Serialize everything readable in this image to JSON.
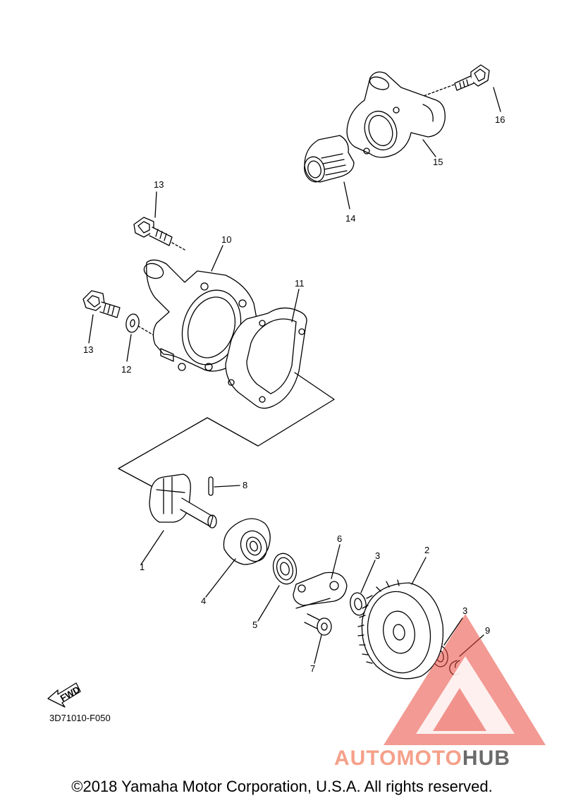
{
  "labels": {
    "p1": "1",
    "p2": "2",
    "p3a": "3",
    "p3b": "3",
    "p4": "4",
    "p5": "5",
    "p6": "6",
    "p7": "7",
    "p8": "8",
    "p9": "9",
    "p10": "10",
    "p11": "11",
    "p12": "12",
    "p13a": "13",
    "p13b": "13",
    "p14": "14",
    "p15": "15",
    "p16": "16"
  },
  "fwd_label": "FWD",
  "ref_code": "3D71010-F050",
  "copyright": "©2018 Yamaha Motor Corporation, U.S.A. All rights reserved.",
  "watermark": {
    "part1": "AUTOMOTO",
    "part2": "HUB"
  },
  "colors": {
    "line": "#000000",
    "watermark_red": "#e8473a",
    "watermark_gray": "#6a6a6a"
  }
}
